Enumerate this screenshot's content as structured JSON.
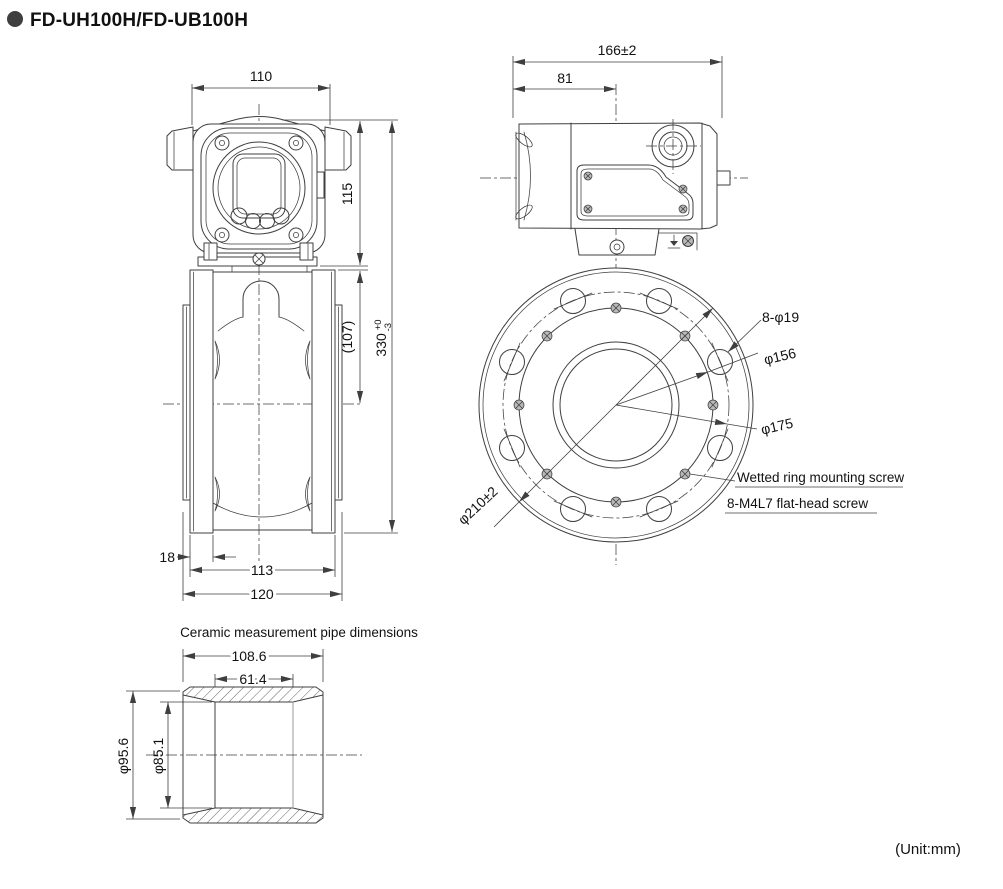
{
  "title": {
    "bullet": "●",
    "text": "FD-UH100H/FD-UB100H"
  },
  "unit_label": "(Unit:mm)",
  "front_view": {
    "width": "110",
    "head_height": "115",
    "total_height": "330",
    "total_height_tol_plus": "+0",
    "total_height_tol_minus": "-3",
    "center_height": "(107)",
    "flange_thickness": "18",
    "body_width": "113",
    "overall_width": "120"
  },
  "side_view": {
    "overall_depth": "166±2",
    "front_depth": "81"
  },
  "flange_view": {
    "bolt_holes": "8-φ19",
    "ring_dia": "φ156",
    "bolt_circle_dia": "φ175",
    "outer_dia": "φ210±2",
    "callout_line1": "Wetted ring mounting screw",
    "callout_line2": "8-M4L7 flat-head screw"
  },
  "ceramic_view": {
    "title": "Ceramic measurement pipe dimensions",
    "length": "108.6",
    "bore_length": "61.4",
    "outer_dia": "φ95.6",
    "inner_dia": "φ85.1"
  },
  "colors": {
    "line": "#3f3f3f",
    "text": "#111111"
  }
}
